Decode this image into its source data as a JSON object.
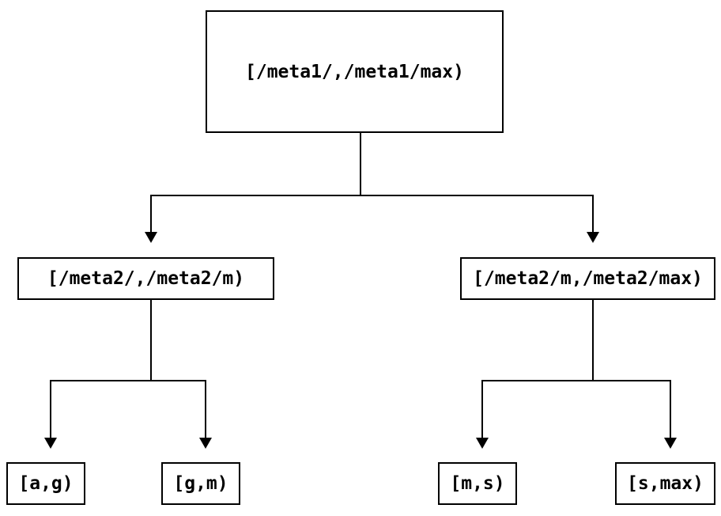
{
  "diagram": {
    "type": "interval-range-tree",
    "root": {
      "label": "[/meta1/,/meta1/max)"
    },
    "children": [
      {
        "label": "[/meta2/,/meta2/m)"
      },
      {
        "label": "[/meta2/m,/meta2/max)"
      }
    ],
    "leaves": [
      {
        "label": "[a,g)"
      },
      {
        "label": "[g,m)"
      },
      {
        "label": "[m,s)"
      },
      {
        "label": "[s,max)"
      }
    ],
    "edges": [
      {
        "from": "root",
        "to": "children.0"
      },
      {
        "from": "root",
        "to": "children.1"
      },
      {
        "from": "children.0",
        "to": "leaves.0"
      },
      {
        "from": "children.0",
        "to": "leaves.1"
      },
      {
        "from": "children.1",
        "to": "leaves.2"
      },
      {
        "from": "children.1",
        "to": "leaves.3"
      }
    ],
    "colors": {
      "background": "#ffffff",
      "box_border": "#000000",
      "line": "#000000",
      "text": "#000000"
    }
  }
}
